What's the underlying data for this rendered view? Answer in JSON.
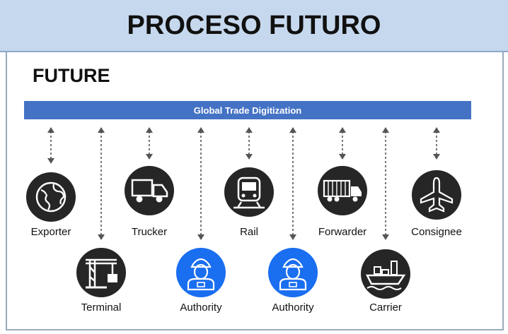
{
  "header": {
    "title": "PROCESO FUTURO"
  },
  "section": {
    "title": "FUTURE"
  },
  "bar": {
    "label": "Global Trade Digitization"
  },
  "colors": {
    "bar": "#4472c4",
    "node_dark": "#262626",
    "node_authority": "#1a6ef0"
  },
  "nodes": [
    {
      "label": "Exporter",
      "icon": "globe-icon",
      "style": "dark"
    },
    {
      "label": "Terminal",
      "icon": "crane-icon",
      "style": "dark"
    },
    {
      "label": "Trucker",
      "icon": "truck-icon",
      "style": "dark"
    },
    {
      "label": "Authority",
      "icon": "officer-icon",
      "style": "authority"
    },
    {
      "label": "Rail",
      "icon": "train-icon",
      "style": "dark"
    },
    {
      "label": "Authority",
      "icon": "officer-icon",
      "style": "authority"
    },
    {
      "label": "Forwarder",
      "icon": "container-truck-icon",
      "style": "dark"
    },
    {
      "label": "Carrier",
      "icon": "ship-icon",
      "style": "dark"
    },
    {
      "label": "Consignee",
      "icon": "plane-icon",
      "style": "dark"
    }
  ]
}
